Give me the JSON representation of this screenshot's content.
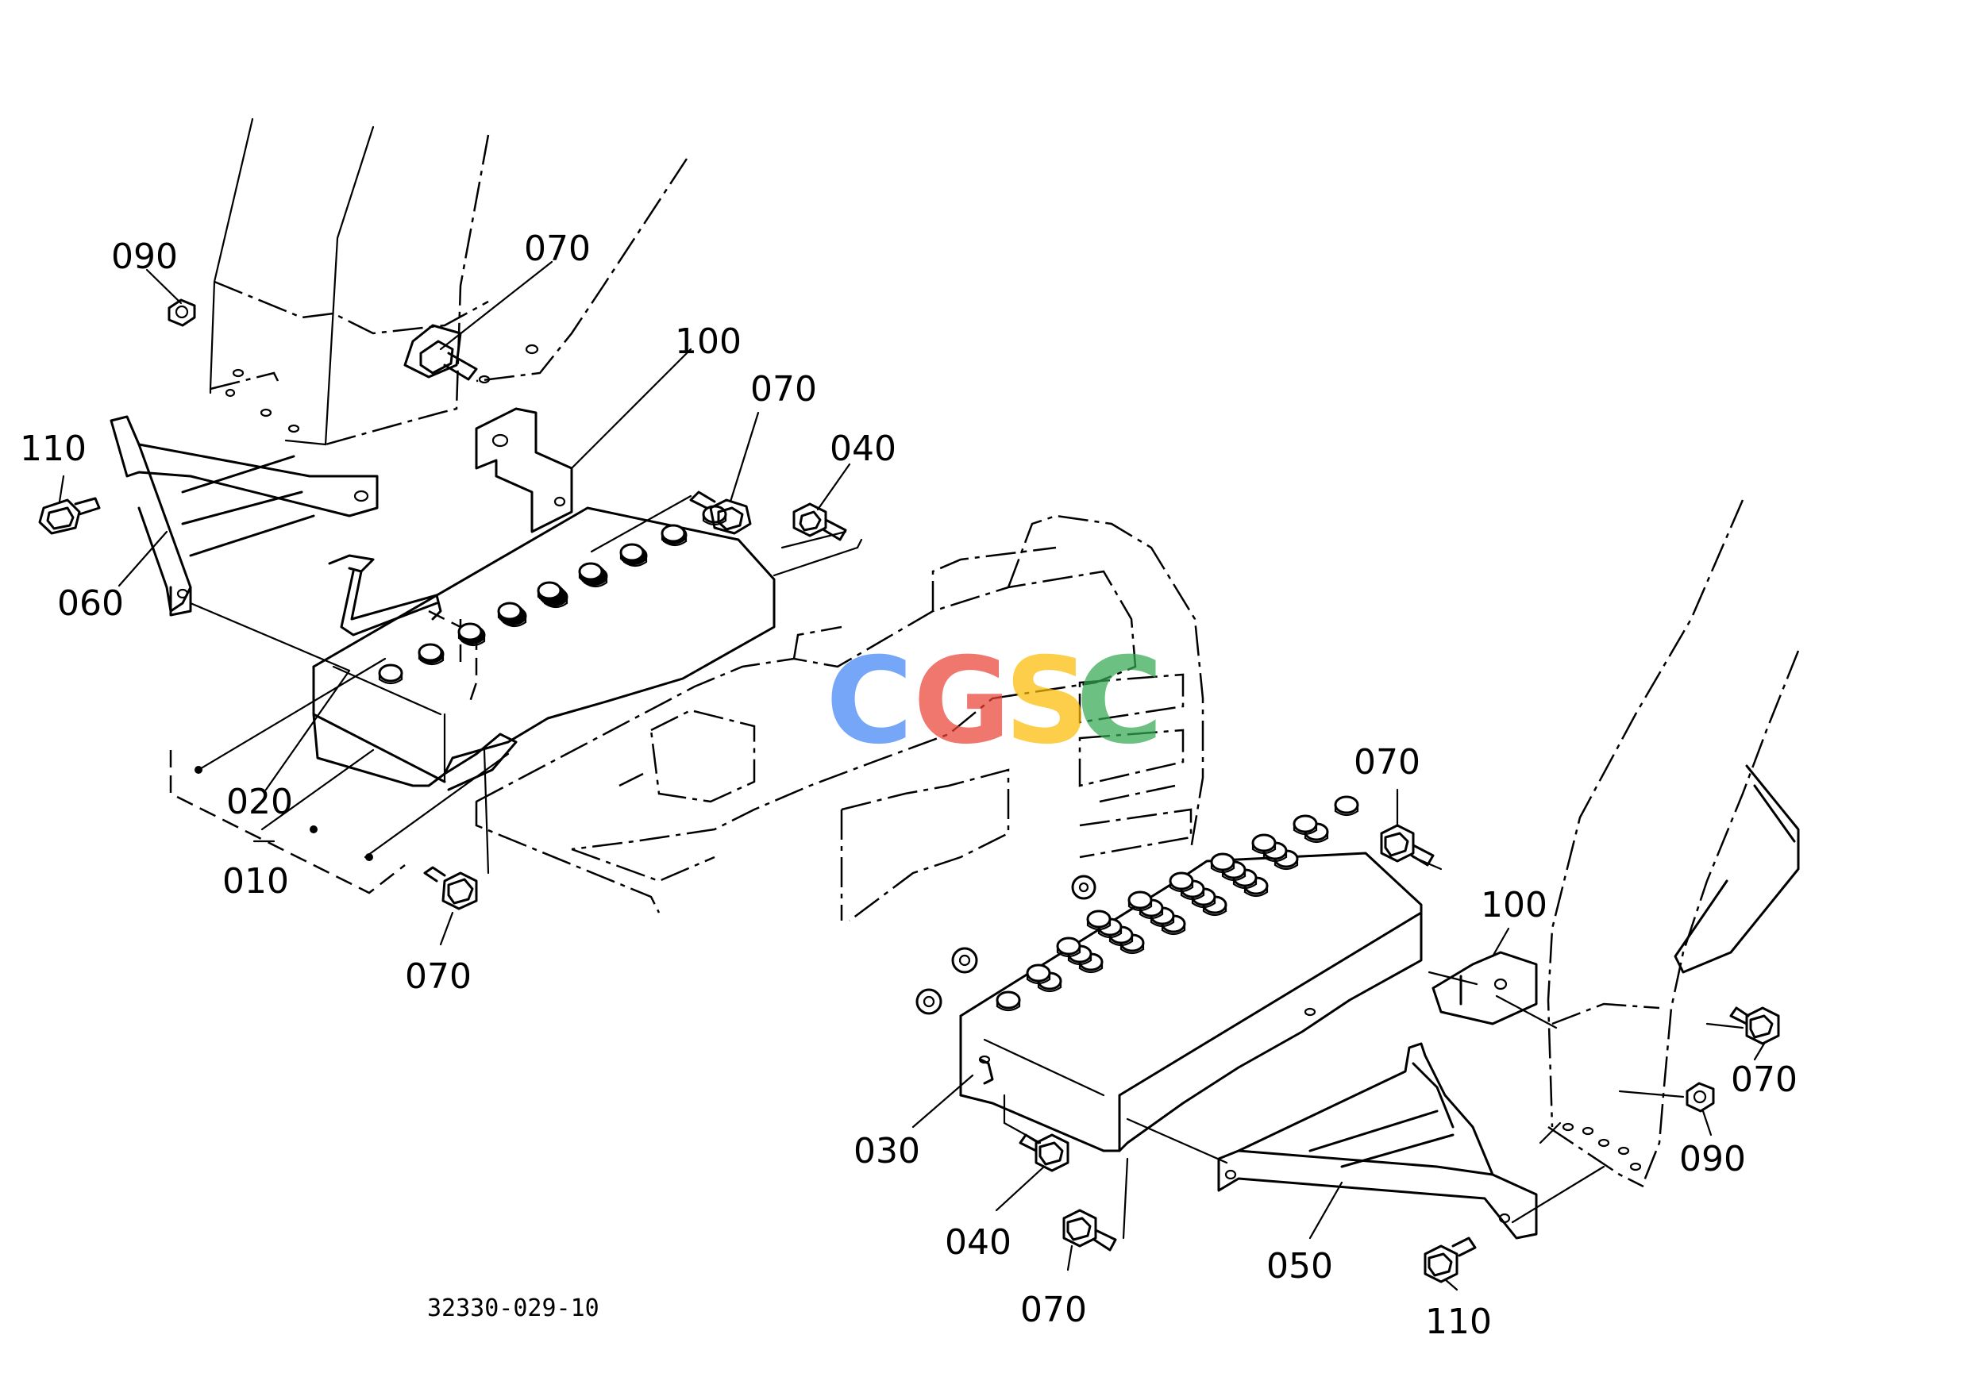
{
  "callouts": {
    "c090_left": "090",
    "c070_top": "070",
    "c100_top": "100",
    "c070_mid": "070",
    "c040_top": "040",
    "c110_left": "110",
    "c060": "060",
    "c020": "020",
    "c010": "010",
    "c070_low": "070",
    "c070_right_top": "070",
    "c100_right": "100",
    "c070_far_right": "070",
    "c090_right": "090",
    "c030": "030",
    "c040_bottom": "040",
    "c070_bottom": "070",
    "c050": "050",
    "c110_bottom": "110"
  },
  "drawing_code": "32330-029-10",
  "watermark": {
    "letters": [
      "C",
      "G",
      "S",
      "C"
    ],
    "colors": [
      "#4285F4",
      "#EA4335",
      "#FBBC05",
      "#34A853"
    ]
  }
}
